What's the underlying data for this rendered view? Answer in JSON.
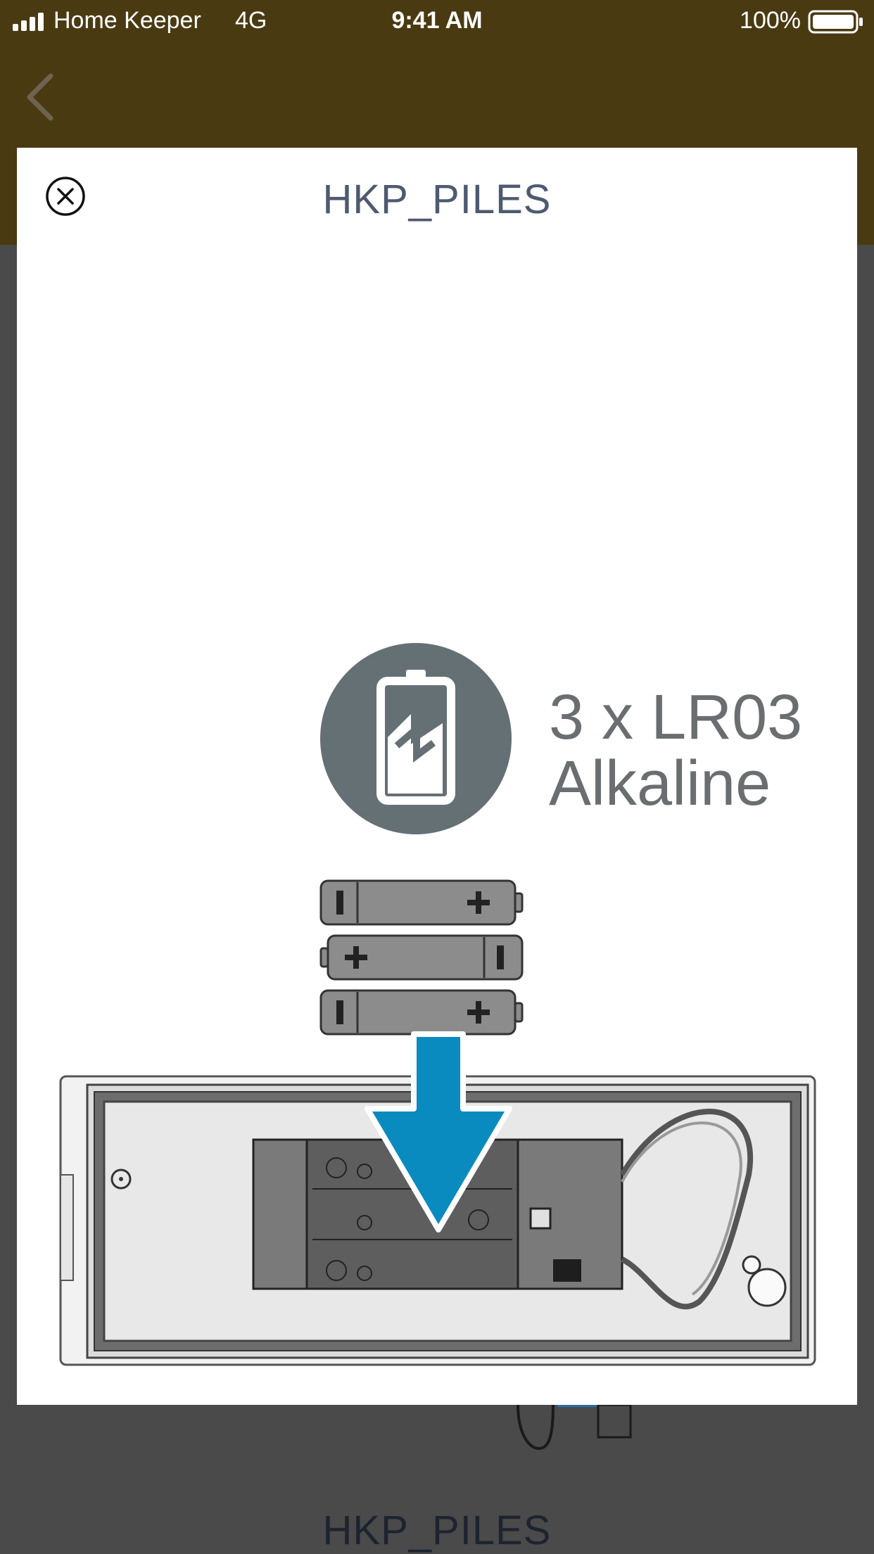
{
  "status_bar": {
    "carrier": "Home Keeper",
    "network": "4G",
    "time": "9:41 AM",
    "battery": "100%"
  },
  "modal": {
    "title": "HKP_PILES",
    "illustration": {
      "battery_count_line": "3 x LR03",
      "battery_type_line": "Alkaline"
    }
  },
  "background": {
    "title": "HKP_PILES"
  },
  "icons": [
    "signal-icon",
    "battery-icon",
    "back-chevron-icon",
    "close-circle-icon",
    "battery-charge-icon"
  ],
  "colors": {
    "nav_bar": "#4a3a12",
    "overlay": "#4a4a4a",
    "modal": "#ffffff",
    "title_text": "#4e5a70",
    "arrow_blue": "#0a8bbf",
    "icon_gray": "#657075"
  }
}
